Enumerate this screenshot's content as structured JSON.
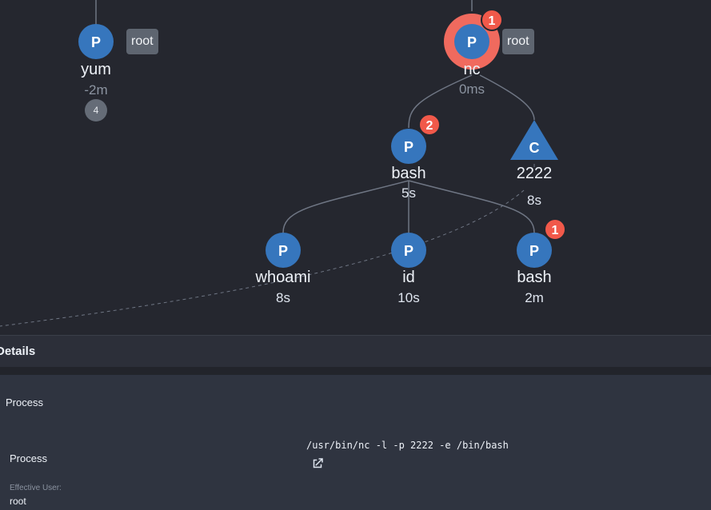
{
  "graph": {
    "nodes": [
      {
        "id": "yum",
        "glyph": "P",
        "label": "yum",
        "time": "-2m",
        "user": "root",
        "count": "4"
      },
      {
        "id": "nc",
        "glyph": "P",
        "label": "nc",
        "time": "0ms",
        "user": "root",
        "alerts": "1",
        "selected": true
      },
      {
        "id": "bash1",
        "glyph": "P",
        "label": "bash",
        "time": "5s",
        "alerts": "2"
      },
      {
        "id": "conn",
        "glyph": "C",
        "label": "2222",
        "time": "8s"
      },
      {
        "id": "whoami",
        "glyph": "P",
        "label": "whoami",
        "time": "8s"
      },
      {
        "id": "id",
        "glyph": "P",
        "label": "id",
        "time": "10s"
      },
      {
        "id": "bash2",
        "glyph": "P",
        "label": "bash",
        "time": "2m",
        "alerts": "1"
      }
    ]
  },
  "details": {
    "header": "Details",
    "section_title": "Process",
    "process_label": "Process",
    "process_value": "/usr/bin/nc -l -p 2222 -e /bin/bash",
    "effective_user_label": "Effective User:",
    "effective_user_value": "root"
  },
  "colors": {
    "background": "#25272f",
    "node_blue": "#3676bd",
    "alert_red": "#f1594a",
    "selection_ring": "#f06a5e",
    "edge": "#6f7684",
    "tag_grey": "#5e6570"
  },
  "icons": {
    "external_link": "external-link-icon"
  }
}
